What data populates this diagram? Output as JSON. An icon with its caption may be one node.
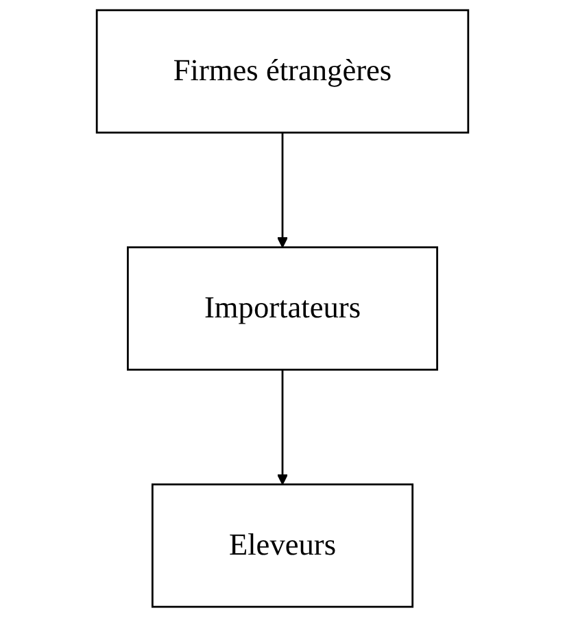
{
  "diagram": {
    "nodes": [
      {
        "text": [
          "Firmes étrangères"
        ]
      },
      {
        "text": [
          "Importateurs"
        ]
      },
      {
        "text": [
          "Eleveurs"
        ]
      }
    ],
    "edges": [
      {
        "from": 0,
        "to": 1,
        "arrow": "to"
      },
      {
        "from": 1,
        "to": 2,
        "arrow": "to"
      }
    ]
  }
}
